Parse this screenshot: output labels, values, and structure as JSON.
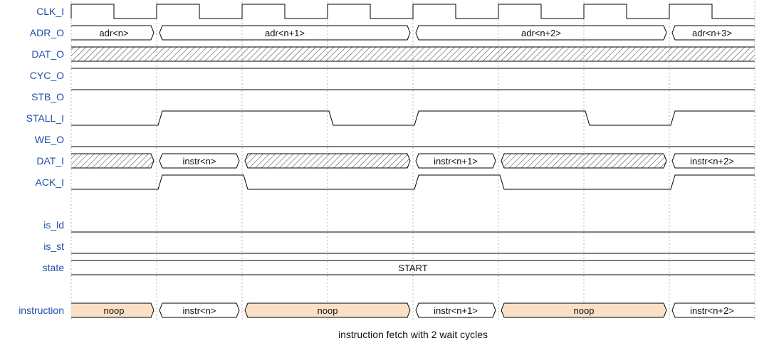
{
  "caption": "instruction fetch with 2 wait cycles",
  "colors": {
    "label": "#1f4fa8",
    "line": "#000000",
    "hatch": "#555555",
    "noop_fill": "#fae0c6",
    "grid": "#b4b4b4"
  },
  "signals": [
    {
      "name": "CLK_I",
      "kind": "clock",
      "period_cycles": 1
    },
    {
      "name": "ADR_O",
      "kind": "bus",
      "segments": [
        {
          "from": 0,
          "to": 1,
          "label": "adr<n>"
        },
        {
          "from": 1,
          "to": 4,
          "label": "adr<n+1>"
        },
        {
          "from": 4,
          "to": 7,
          "label": "adr<n+2>"
        },
        {
          "from": 7,
          "to": 8,
          "label": "adr<n+3>"
        }
      ]
    },
    {
      "name": "DAT_O",
      "kind": "bus",
      "segments": [
        {
          "from": 0,
          "to": 8,
          "label": "",
          "hatch": true
        }
      ]
    },
    {
      "name": "CYC_O",
      "kind": "level",
      "initial": 1,
      "transitions": []
    },
    {
      "name": "STB_O",
      "kind": "level",
      "initial": 1,
      "transitions": []
    },
    {
      "name": "STALL_I",
      "kind": "level",
      "initial": 0,
      "transitions": [
        1,
        3,
        4,
        6,
        7
      ]
    },
    {
      "name": "WE_O",
      "kind": "level",
      "initial": 0,
      "transitions": []
    },
    {
      "name": "DAT_I",
      "kind": "bus",
      "segments": [
        {
          "from": 0,
          "to": 1,
          "label": "",
          "hatch": true
        },
        {
          "from": 1,
          "to": 2,
          "label": "instr<n>"
        },
        {
          "from": 2,
          "to": 4,
          "label": "",
          "hatch": true
        },
        {
          "from": 4,
          "to": 5,
          "label": "instr<n+1>"
        },
        {
          "from": 5,
          "to": 7,
          "label": "",
          "hatch": true
        },
        {
          "from": 7,
          "to": 8,
          "label": "instr<n+2>"
        }
      ]
    },
    {
      "name": "ACK_I",
      "kind": "level",
      "initial": 0,
      "transitions": [
        1,
        2,
        4,
        5,
        7
      ]
    },
    {
      "name": "",
      "kind": "blank"
    },
    {
      "name": "is_ld",
      "kind": "level",
      "initial": 0,
      "transitions": []
    },
    {
      "name": "is_st",
      "kind": "level",
      "initial": 0,
      "transitions": []
    },
    {
      "name": "state",
      "kind": "bus",
      "segments": [
        {
          "from": 0,
          "to": 8,
          "label": "START"
        }
      ]
    },
    {
      "name": "",
      "kind": "blank"
    },
    {
      "name": "instruction",
      "kind": "bus",
      "segments": [
        {
          "from": 0,
          "to": 1,
          "label": "noop",
          "fill": "noop"
        },
        {
          "from": 1,
          "to": 2,
          "label": "instr<n>"
        },
        {
          "from": 2,
          "to": 4,
          "label": "noop",
          "fill": "noop"
        },
        {
          "from": 4,
          "to": 5,
          "label": "instr<n+1>"
        },
        {
          "from": 5,
          "to": 7,
          "label": "noop",
          "fill": "noop"
        },
        {
          "from": 7,
          "to": 8,
          "label": "instr<n+2>"
        }
      ]
    }
  ],
  "cycles": 8
}
